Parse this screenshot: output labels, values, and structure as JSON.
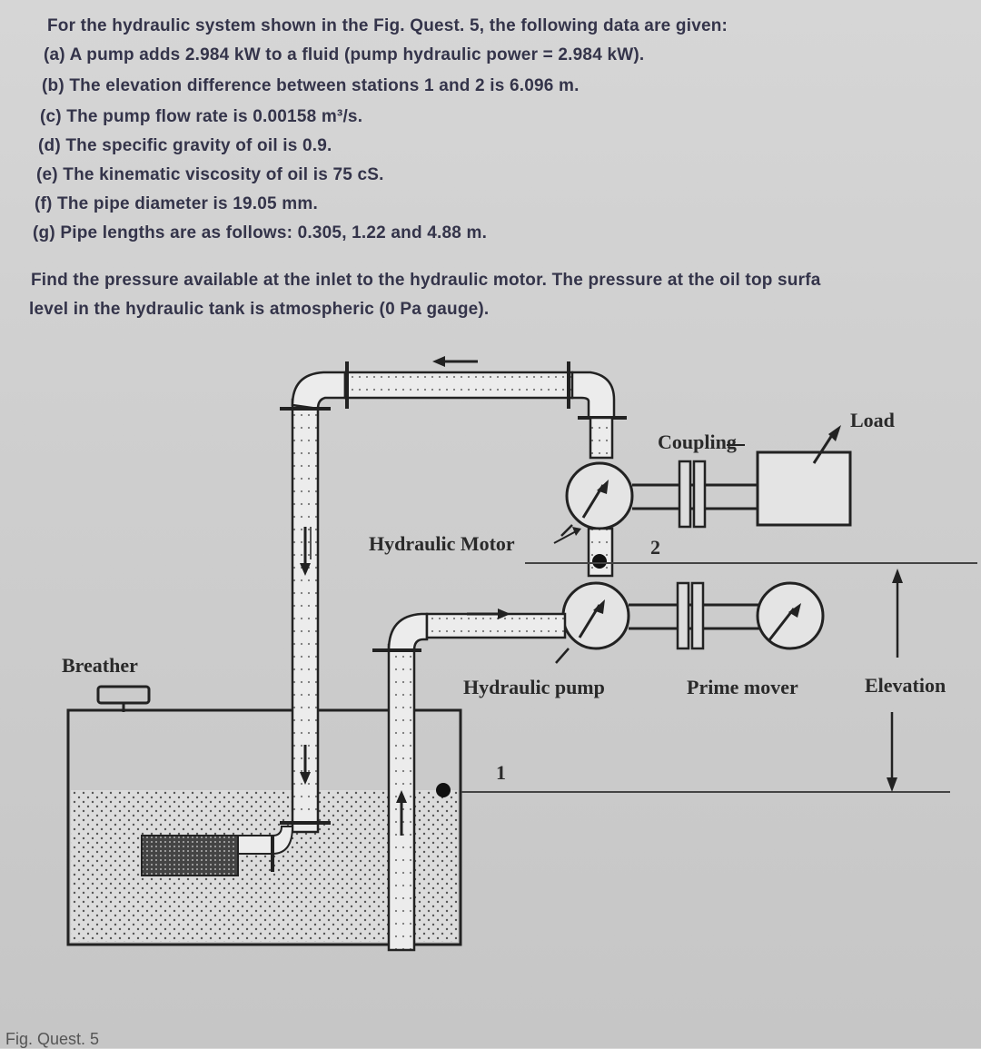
{
  "problem": {
    "intro": "For the hydraulic system shown in the Fig. Quest. 5, the following data are given:",
    "given": [
      "(a) A pump adds 2.984 kW to a fluid (pump hydraulic power = 2.984 kW).",
      "(b) The elevation difference between stations 1 and 2 is 6.096 m.",
      "(c) The pump flow rate is 0.00158 m³/s.",
      "(d) The specific gravity of oil is 0.9.",
      "(e) The kinematic viscosity of oil is 75 cS.",
      "(f) The pipe diameter is 19.05 mm.",
      "(g) Pipe lengths are as follows: 0.305, 1.22 and 4.88 m."
    ],
    "question_line1": "Find the pressure available at the inlet to the hydraulic motor. The pressure at the oil top surfa",
    "question_line2": "level in the hydraulic tank is atmospheric (0 Pa gauge)."
  },
  "diagram": {
    "labels": {
      "load": "Load",
      "coupling": "Coupling",
      "hydraulic_motor": "Hydraulic Motor",
      "station_2": "2",
      "breather": "Breather",
      "hydraulic_pump": "Hydraulic pump",
      "prime_mover": "Prime mover",
      "elevation": "Elevation",
      "station_1": "1"
    },
    "caption": "Fig. Quest. 5"
  }
}
